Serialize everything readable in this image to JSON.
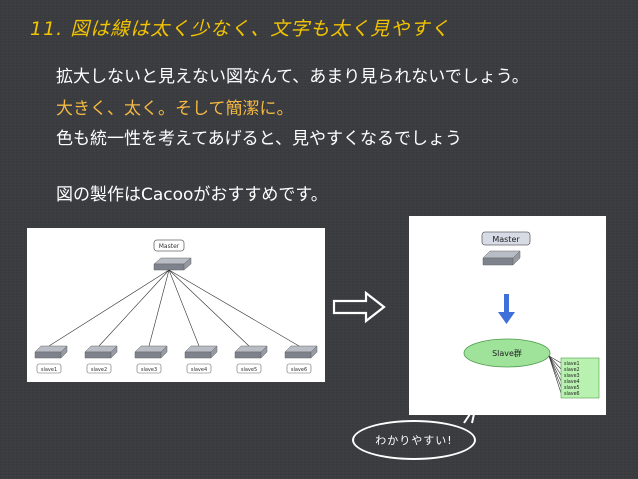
{
  "slide": {
    "title": "11. 図は線は太く少なく、文字も太く見やすく",
    "lines": [
      "拡大しないと見えない図なんて、あまり見られないでしょう。",
      "大きく、太く。そして簡潔に。",
      "色も統一性を考えてあげると、見やすくなるでしょう",
      "図の製作はCacooがおすすめです。"
    ]
  },
  "left_diagram": {
    "master_label": "Master",
    "slaves": [
      "slave1",
      "slave2",
      "slave3",
      "slave4",
      "slave5",
      "slave6"
    ]
  },
  "right_diagram": {
    "master_label": "Master",
    "group_label": "Slave群",
    "slaves": [
      "slave1",
      "slave2",
      "slave3",
      "slave4",
      "slave5",
      "slave6"
    ]
  },
  "bubble_text": "わかりやすい!",
  "colors": {
    "title": "#f2c300",
    "highlight": "#f5b942",
    "arrow_blue": "#3f6fd8",
    "ellipse_green": "#9fe39a",
    "slave_box_green": "#b9f2b0"
  }
}
